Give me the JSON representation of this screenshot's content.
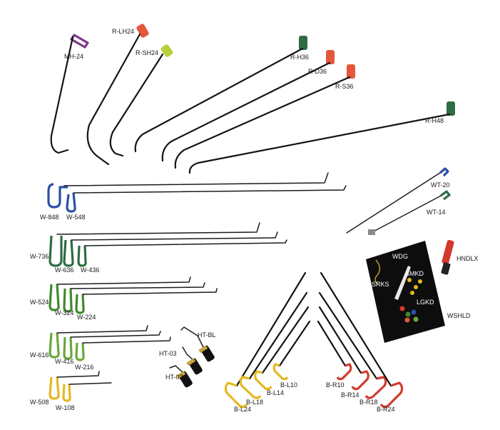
{
  "labels": {
    "mh24": "MH-24",
    "rlh24": "R-LH24",
    "rsh24": "R-SH24",
    "rh36": "R-H36",
    "rd36": "R-D36",
    "rs36": "R-S36",
    "rh48": "R-H48",
    "w848": "W-848",
    "w548": "W-548",
    "w736": "W-736",
    "w636": "W-636",
    "w436": "W-436",
    "w524": "W-524",
    "w324": "W-324",
    "w224": "W-224",
    "w616": "W-616",
    "w416": "W-416",
    "w216": "W-216",
    "w508": "W-508",
    "w108": "W-108",
    "htbl": "HT-BL",
    "ht03": "HT-03",
    "ht02": "HT-02",
    "wt20": "WT-20",
    "wt14": "WT-14",
    "hndlx": "HNDLX",
    "wdg": "WDG",
    "srks": "SRKS",
    "smkd": "SMKD",
    "lgkd": "LGKD",
    "wshld": "WSHLD",
    "bl24": "B-L24",
    "bl18": "B-L18",
    "bl14": "B-L14",
    "bl10": "B-L10",
    "br10": "B-R10",
    "br14": "B-R14",
    "br18": "B-R18",
    "br24": "B-R24"
  },
  "colors": {
    "background": "#ffffff",
    "rod": "#141414",
    "purple": "#7a3a8c",
    "blue": "#2b4fa8",
    "dark_green": "#2f6b45",
    "green": "#3f8a2e",
    "light_green": "#6ba83a",
    "yellow": "#e6b820",
    "red": "#d23a2e",
    "orange_red": "#e3573a",
    "lime": "#b7d03c",
    "board": "#0d0d0d"
  }
}
